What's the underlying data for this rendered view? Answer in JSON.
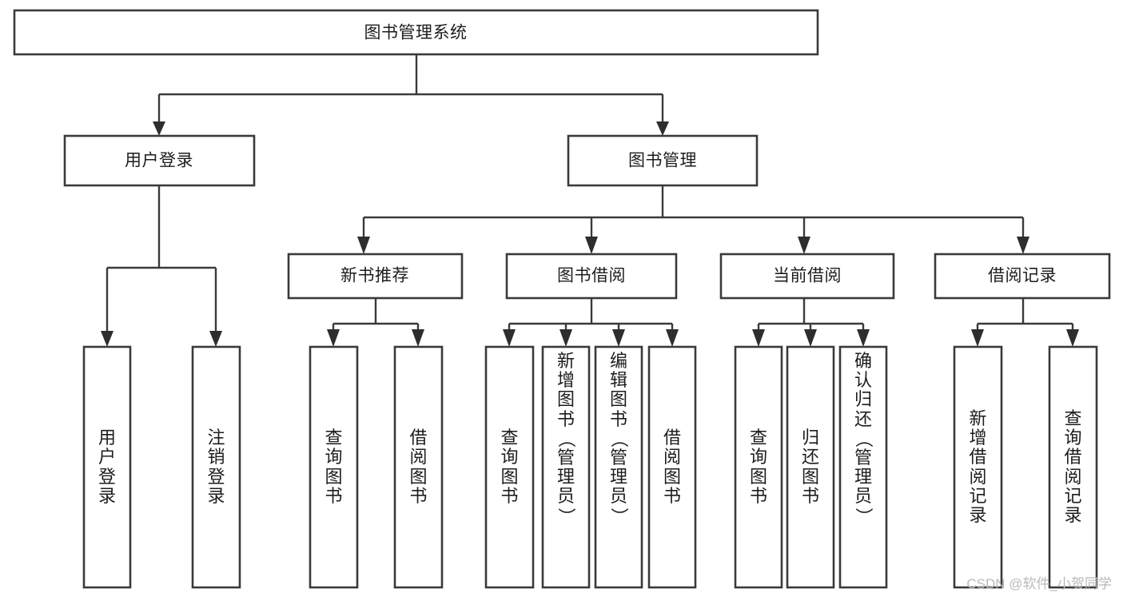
{
  "diagram": {
    "type": "tree-hierarchy-chart",
    "title": "图书管理系统",
    "watermark": "CSDN @软件_小贺同学",
    "colors": {
      "box_stroke": "#3a3a3a",
      "box_fill": "#ffffff",
      "connector": "#3a3a3a",
      "arrow": "#2e2e2e",
      "text": "#1d1d1d",
      "watermark": "#b9b9b9"
    },
    "levels": {
      "root": {
        "label": "图书管理系统"
      },
      "level2": [
        {
          "label": "用户登录"
        },
        {
          "label": "图书管理"
        }
      ],
      "level3": [
        {
          "label": "新书推荐"
        },
        {
          "label": "图书借阅"
        },
        {
          "label": "当前借阅"
        },
        {
          "label": "借阅记录"
        }
      ],
      "leaves": {
        "user_login": [
          {
            "label": "用户登录"
          },
          {
            "label": "注销登录"
          }
        ],
        "new_book_recommend": [
          {
            "label": "查询图书"
          },
          {
            "label": "借阅图书"
          }
        ],
        "book_borrow": [
          {
            "label": "查询图书"
          },
          {
            "label": "新增图书（管理员）"
          },
          {
            "label": "编辑图书（管理员）"
          },
          {
            "label": "借阅图书"
          }
        ],
        "current_borrow": [
          {
            "label": "查询图书"
          },
          {
            "label": "归还图书"
          },
          {
            "label": "确认归还（管理员）"
          }
        ],
        "borrow_record": [
          {
            "label": "新增借阅记录"
          },
          {
            "label": "查询借阅记录"
          }
        ]
      }
    }
  }
}
